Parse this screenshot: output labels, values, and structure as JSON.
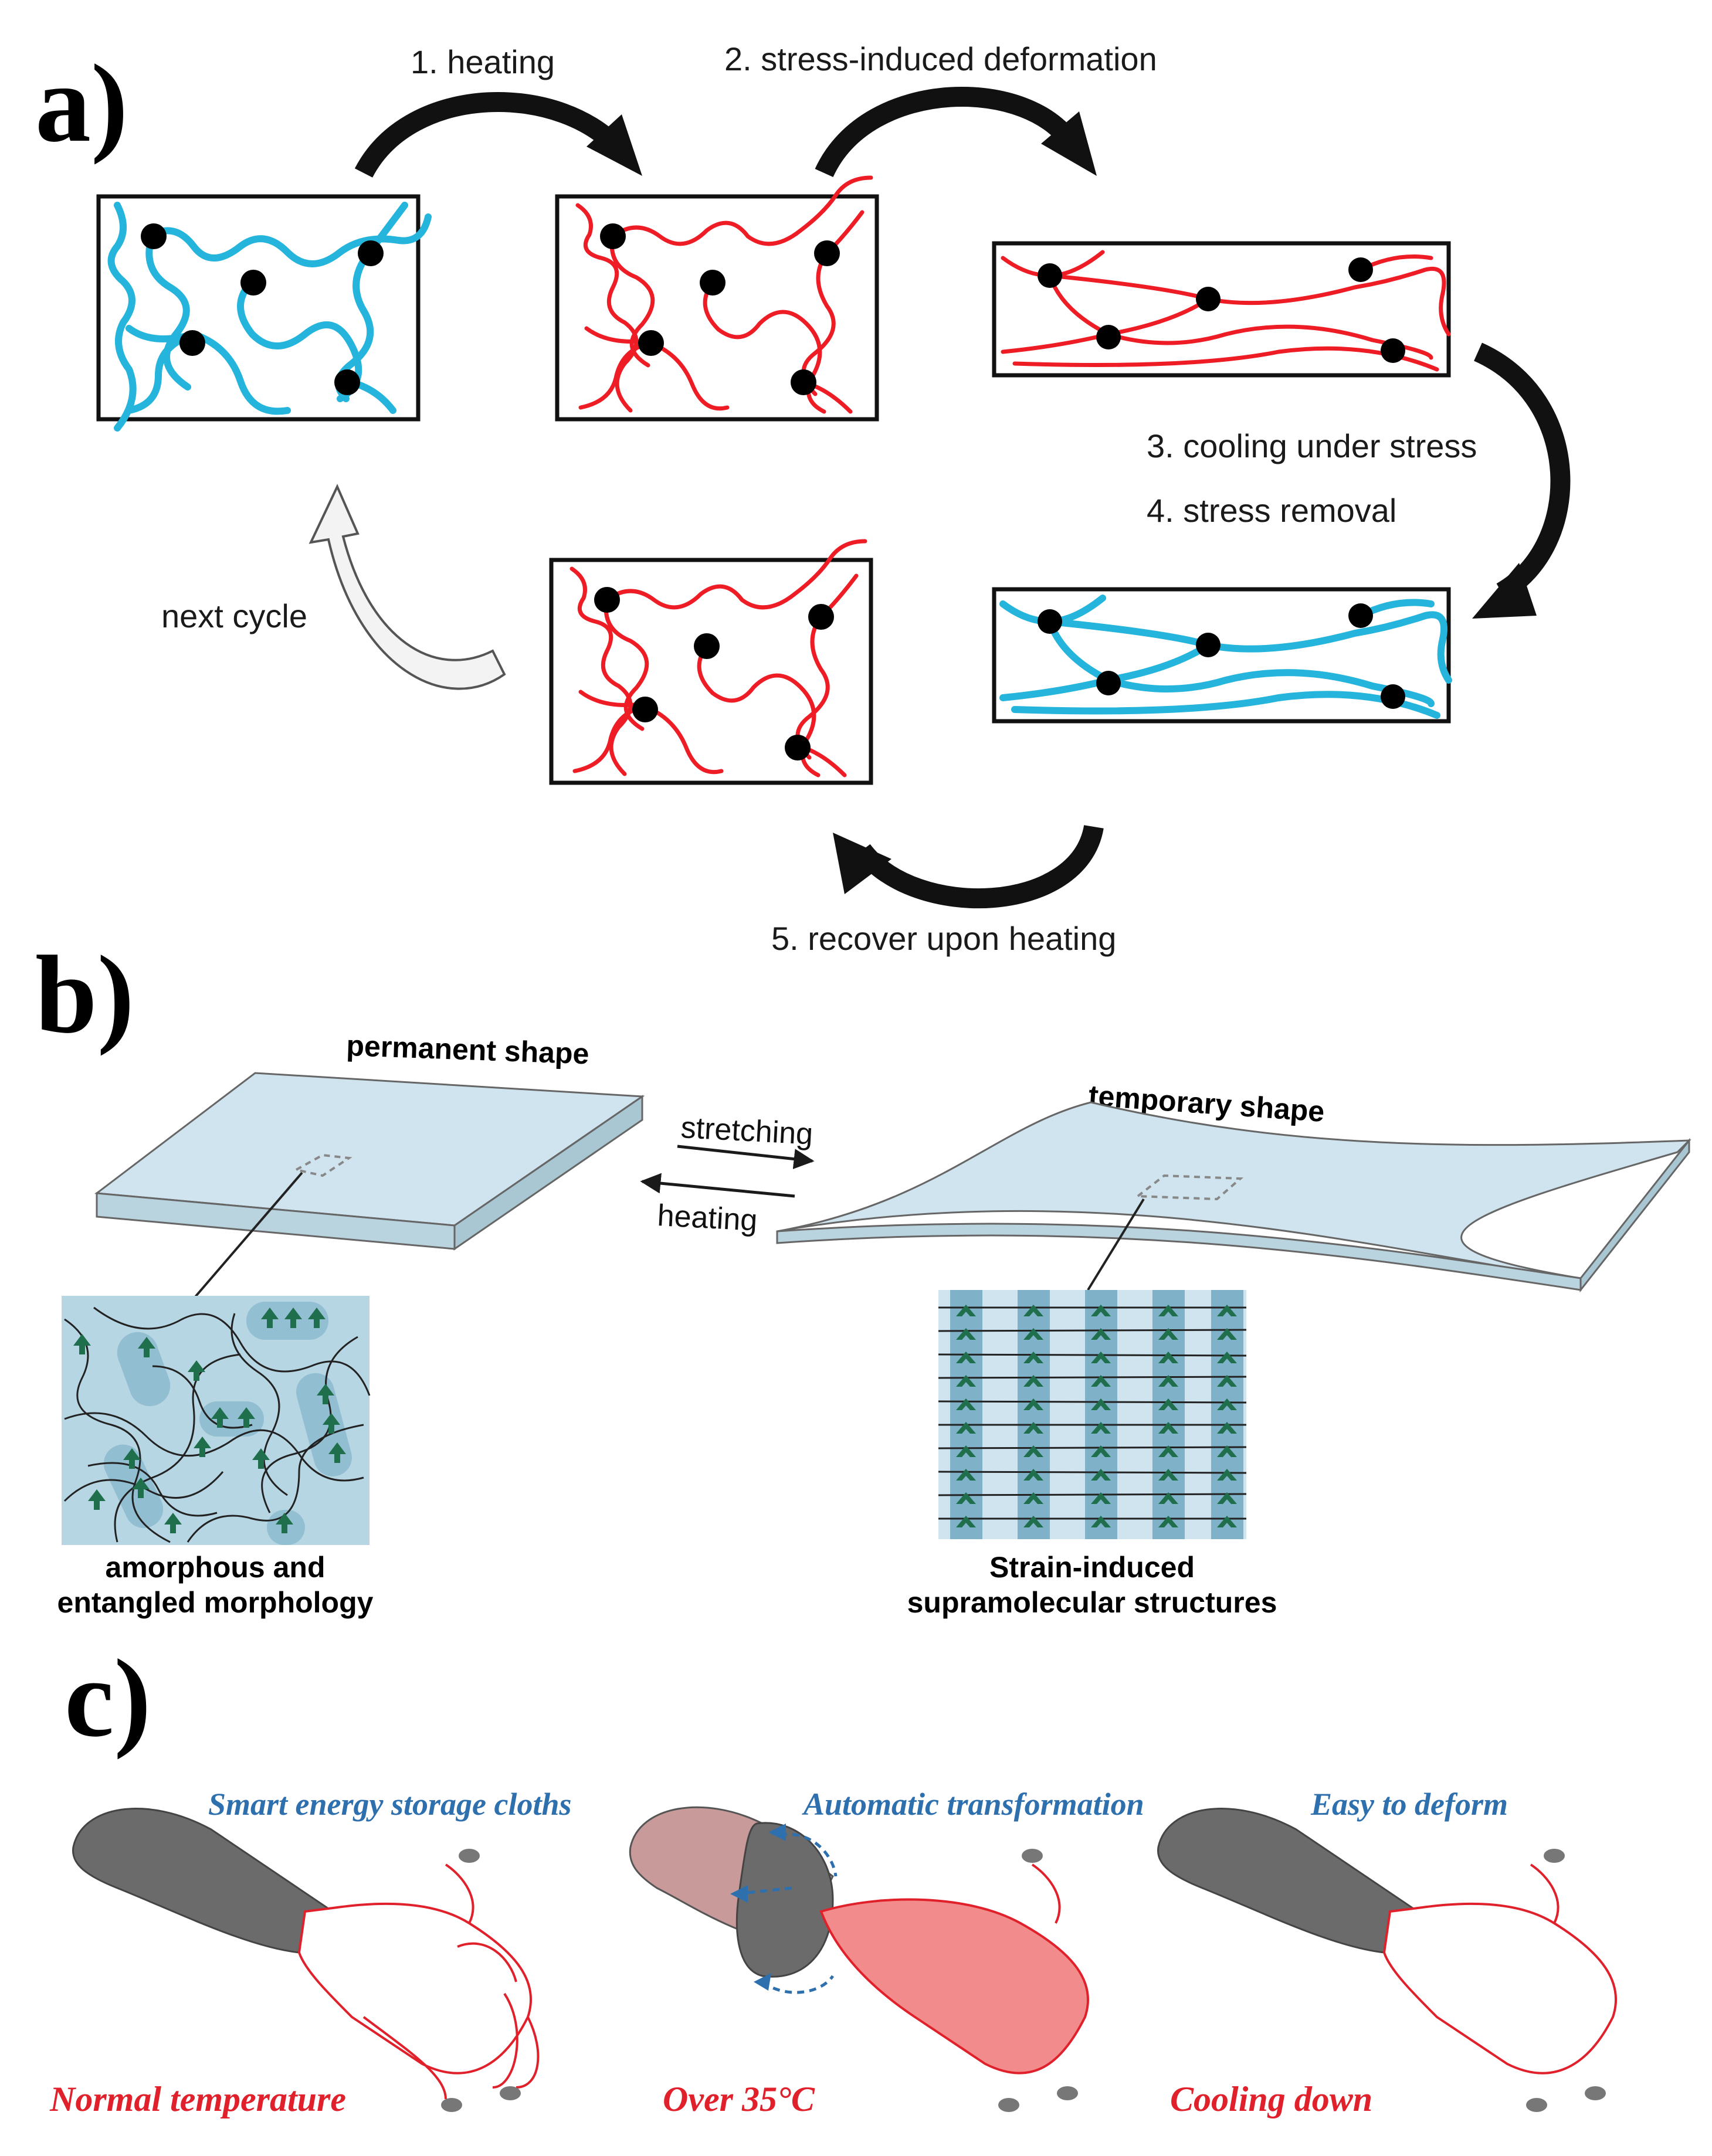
{
  "panel_a": {
    "label": "a)",
    "steps": {
      "heating": "1. heating",
      "deformation": "2. stress-induced deformation",
      "cooling": "3. cooling under stress",
      "removal": "4. stress removal",
      "recover": "5. recover upon heating",
      "next": "next cycle"
    },
    "colors": {
      "cold_chain": "#25b4dc",
      "hot_chain": "#ee1c25",
      "crosslink": "#000000"
    }
  },
  "panel_b": {
    "label": "b)",
    "permanent": "permanent shape",
    "temporary": "temporary shape",
    "stretching": "stretching",
    "heating": "heating",
    "amorphous_line1": "amorphous and",
    "amorphous_line2": "entangled morphology",
    "strain_line1": "Strain-induced",
    "strain_line2": "supramolecular structures",
    "colors": {
      "sheet": "#cfe4ee",
      "inset": "#b7d6e4",
      "motif": "#1f6e4c"
    }
  },
  "panel_c": {
    "label": "c)",
    "captions": {
      "cloths": "Smart energy storage cloths",
      "transform": "Automatic transformation",
      "deform": "Easy to deform",
      "normal": "Normal temperature",
      "over": "Over 35°C",
      "cooling": "Cooling down"
    },
    "colors": {
      "sleeve": "#6b6b6b",
      "skin_hot": "#f28b8b",
      "outline": "#e0202a",
      "caption_blue": "#2e6fae"
    }
  }
}
